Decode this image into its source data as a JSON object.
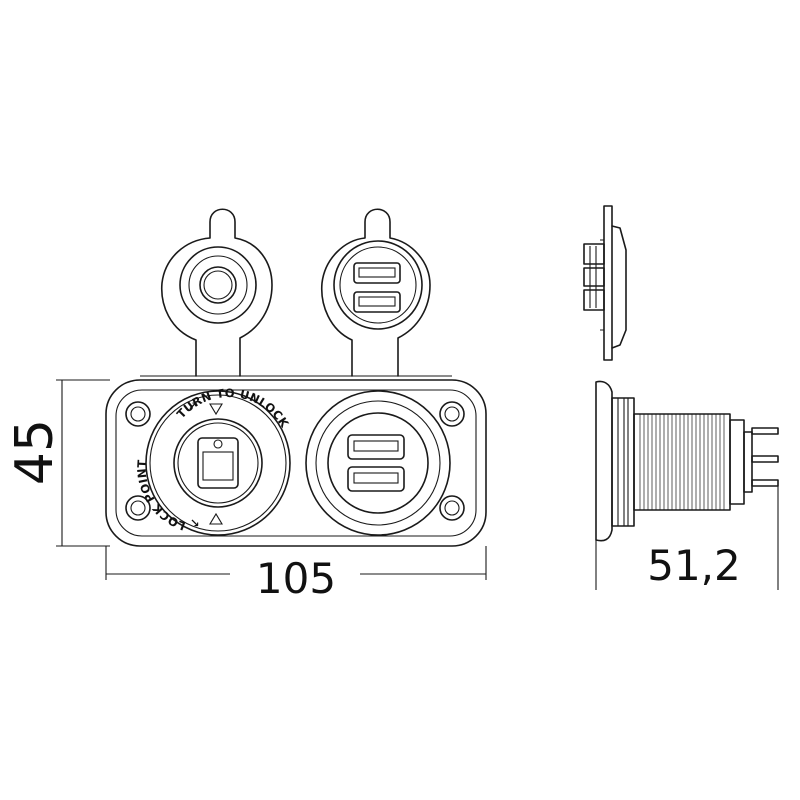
{
  "dimensions": {
    "height": "45",
    "width": "105",
    "depth": "51,2"
  },
  "labels": {
    "turn_to_unlock": "TURN TO UNLOCK",
    "lock_point": "LOCK POINT"
  },
  "icons": {
    "lock_arrow_top": "↗",
    "lock_arrow_bottom": "↘"
  }
}
